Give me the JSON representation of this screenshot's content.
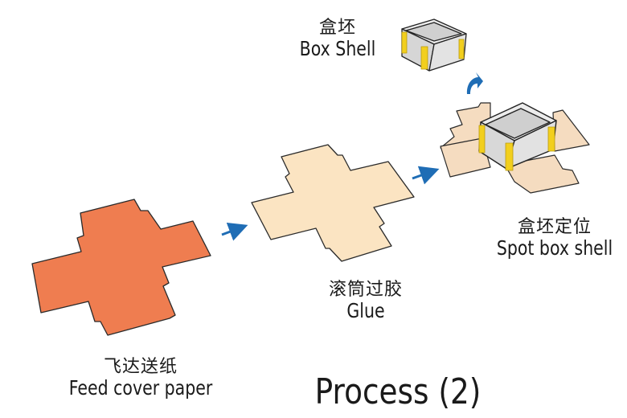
{
  "title": "Process  (2)",
  "steps": [
    {
      "id": "feed",
      "cn": "飞达送纸",
      "en": "Feed cover paper",
      "color": "#ef7d50"
    },
    {
      "id": "glue",
      "cn": "滚筒过胶",
      "en": "Glue",
      "color": "#fbe4c2"
    },
    {
      "id": "spot",
      "cn": "盒坯定位",
      "en": "Spot box shell",
      "color": "#f5dcc0"
    }
  ],
  "box_shell": {
    "cn": "盒坯",
    "en": "Box Shell"
  },
  "colors": {
    "arrow": "#1f6db5",
    "box_wall": "#dcdcdc",
    "tape": "#f2cf1e",
    "outline": "#333333"
  }
}
